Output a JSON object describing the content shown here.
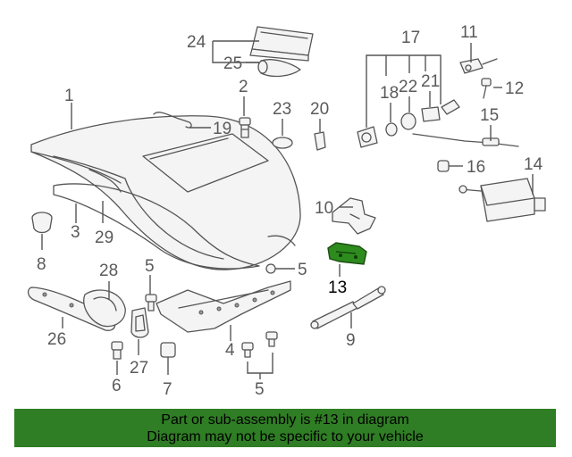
{
  "diagram": {
    "highlighted_part": "13",
    "highlight_color": "#2e8b1e",
    "callouts": {
      "c1": "1",
      "c2": "2",
      "c3": "3",
      "c4": "4",
      "c5a": "5",
      "c5b": "5",
      "c5c": "5",
      "c6": "6",
      "c7": "7",
      "c8": "8",
      "c9": "9",
      "c10": "10",
      "c11": "11",
      "c12": "12",
      "c13": "13",
      "c14": "14",
      "c15": "15",
      "c16": "16",
      "c17": "17",
      "c18": "18",
      "c19": "19",
      "c20": "20",
      "c21": "21",
      "c22": "22",
      "c23": "23",
      "c24": "24",
      "c25": "25",
      "c26": "26",
      "c27": "27",
      "c28": "28",
      "c29": "29"
    }
  },
  "banner": {
    "background": "#2f7d24",
    "line1": "Part or sub-assembly is #13 in diagram",
    "line2": "Diagram may not be specific to your vehicle"
  }
}
